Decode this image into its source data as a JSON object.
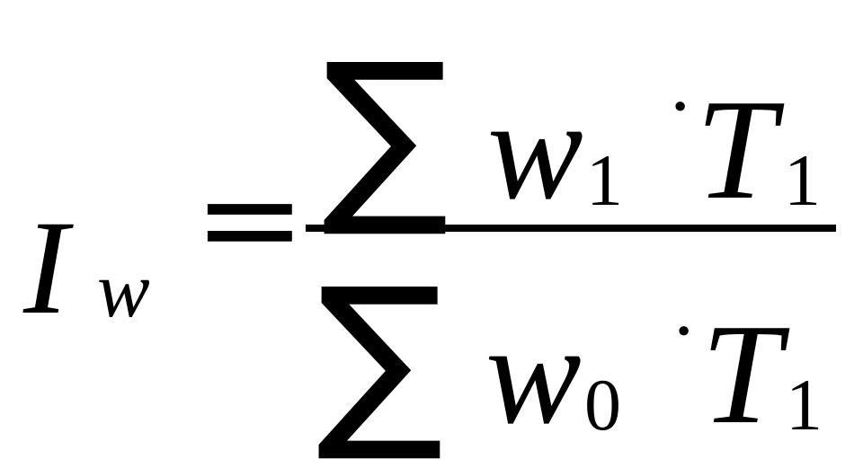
{
  "formula": {
    "lhs": {
      "base": "I",
      "subscript": "w"
    },
    "equals": "=",
    "numerator": {
      "sum_symbol": "∑",
      "weight_base": "w",
      "weight_subscript": "1",
      "dot": "·",
      "term_base": "T",
      "term_subscript": "1"
    },
    "denominator": {
      "sum_symbol": "∑",
      "weight_base": "w",
      "weight_subscript": "0",
      "dot": "·",
      "term_base": "T",
      "term_subscript": "1"
    }
  }
}
